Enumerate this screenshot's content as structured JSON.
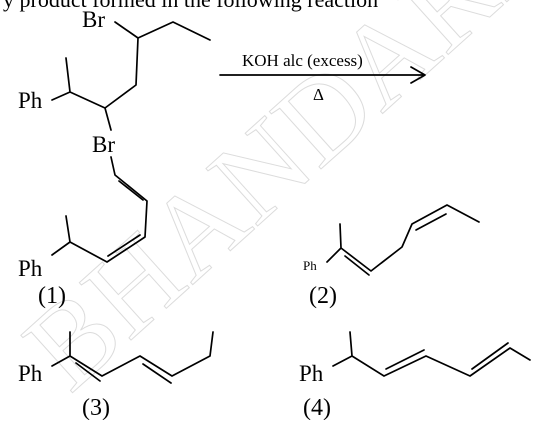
{
  "question_fragment": "y product formed in the following reaction",
  "watermark": "BHANDARI",
  "reactant": {
    "labels": {
      "br_top": "Br",
      "br_mid": "Br",
      "ph_top": "Ph",
      "ph_bottom": "Ph"
    }
  },
  "reaction": {
    "reagent": "KOH alc (excess)",
    "condition": "Δ"
  },
  "options": [
    {
      "number": "(1)"
    },
    {
      "number": "(2)",
      "ph_label": "Ph"
    },
    {
      "number": "(3)",
      "ph_label": "Ph"
    },
    {
      "number": "(4)",
      "ph_label": "Ph"
    }
  ]
}
